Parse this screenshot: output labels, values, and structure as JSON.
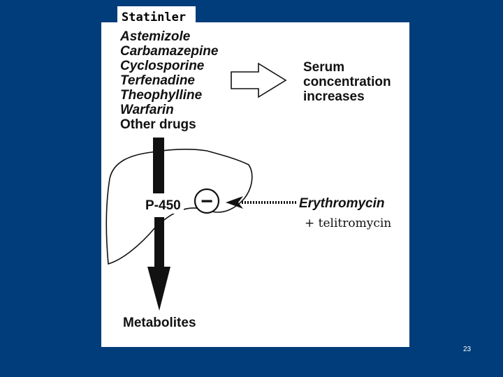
{
  "slide": {
    "header": "Statinler",
    "drugs": [
      "Astemizole",
      "Carbamazepine",
      "Cyclosporine",
      "Terfenadine",
      "Theophylline",
      "Warfarin"
    ],
    "other_drugs": "Other drugs",
    "serum": [
      "Serum",
      "concentration",
      "increases"
    ],
    "enzyme": "P-450",
    "inhibit_symbol": "−",
    "inhibitor": "Erythromycin",
    "inhibitor_extra": "+ telitromycin",
    "metabolites": "Metabolites",
    "page_number": "23"
  },
  "colors": {
    "background": "#003d7a",
    "panel": "#ffffff",
    "ink": "#111111"
  }
}
